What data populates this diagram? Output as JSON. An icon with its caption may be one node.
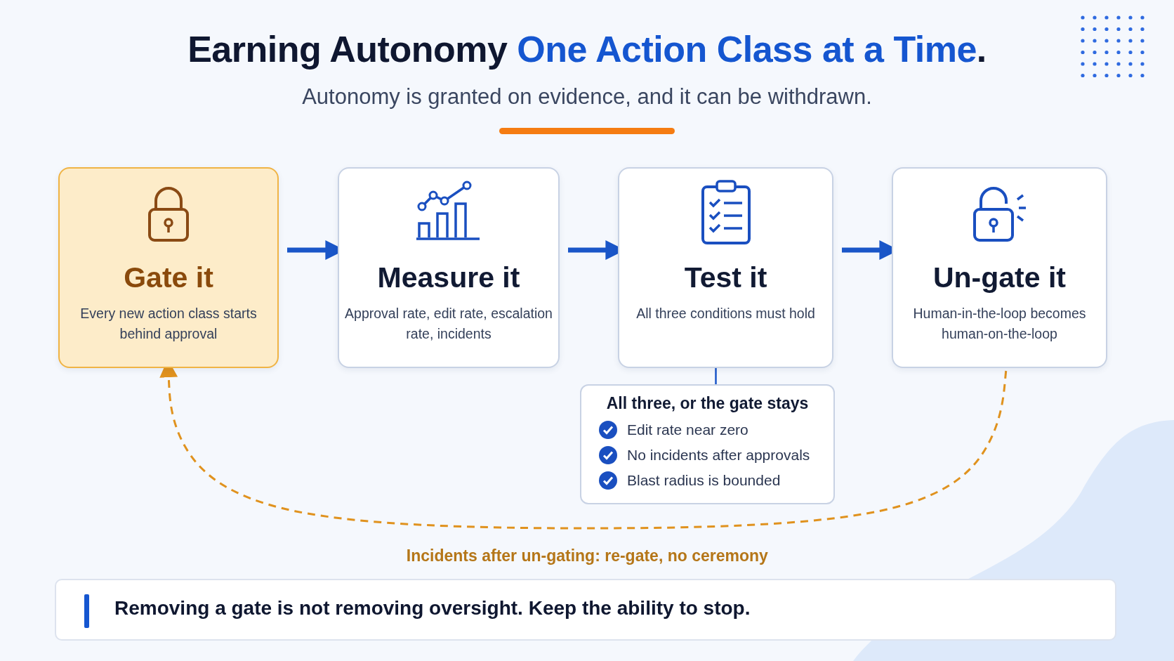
{
  "diagram": {
    "title": "Earning Autonomy *One Action Class at a Time*.",
    "caption": "Autonomy is granted on evidence, and it can be withdrawn.",
    "nodes": [
      {
        "text": [
          "Gate it",
          "Every new action class starts behind approval"
        ]
      },
      {
        "text": [
          "Measure it",
          "Approval rate, edit rate, escalation rate, incidents"
        ]
      },
      {
        "text": [
          "Test it",
          "All three conditions must hold"
        ]
      },
      {
        "text": [
          "Un-gate it",
          "Human-in-the-loop becomes human-on-the-loop"
        ]
      },
      {
        "text": [
          "All three, or the gate stays",
          "Edit rate near zero",
          "No incidents after approvals",
          "Blast radius is bounded"
        ]
      },
      {
        "text": [
          "Removing a gate is not removing oversight. Keep the ability to stop."
        ]
      }
    ],
    "edges": [
      {
        "from": 0,
        "to": 1,
        "arrow": "to"
      },
      {
        "from": 1,
        "to": 2,
        "arrow": "to"
      },
      {
        "from": 2,
        "to": 3,
        "arrow": "to"
      },
      {
        "from": 2,
        "to": 4,
        "arrow": "none"
      },
      {
        "from": 3,
        "to": 0,
        "arrow": "to",
        "style": "dashed",
        "color": "#e0921e",
        "label": "Incidents after un-gating: re-gate, no ceremony"
      }
    ]
  }
}
